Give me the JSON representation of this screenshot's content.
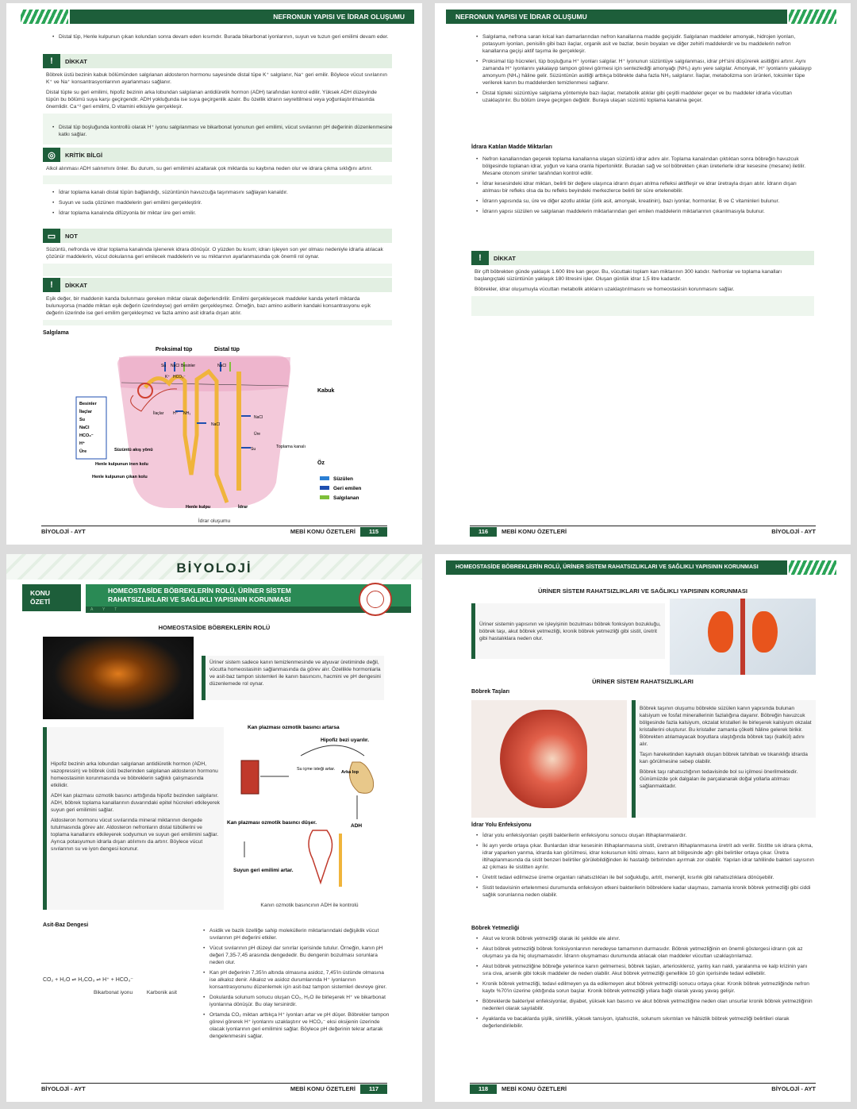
{
  "p115": {
    "header": "NEFRONUN YAPISI VE İDRAR OLUŞUMU",
    "b1": "Distal tüp, Henle kulpunun çıkan kolundan sonra devam eden kısımdır. Burada bikarbonat iyonlarının, suyun ve tuzun geri emilimi devam eder.",
    "d1_title": "DİKKAT",
    "d1_p1": "Böbrek üstü bezinin kabuk bölümünden salgılanan aldosteron hormonu sayesinde distal tüpe K⁺ salgılanır, Na⁺ geri emilir. Böylece vücut sıvılarının K⁺ ve Na⁺ konsantrasyonlarının ayarlanması sağlanır.",
    "d1_p2": "Distal tüpte su geri emilimi, hipofiz bezinin arka lobundan salgılanan antidiüretik hormon (ADH) tarafından kontrol edilir. Yüksek ADH düzeyinde tüpün bu bölümü suya karşı geçirgendir. ADH yokluğunda ise suya geçirgenlik azalır. Bu özellik idrarın seyreltilmesi veya yoğunlaştırılmasında önemlidir. Ca⁺² geri emilimi, D vitamini etkisiyle gerçekleşir.",
    "b2": "Distal tüp boşluğunda kontrollü olarak H⁺ iyonu salgılanması ve bikarbonat iyonunun geri emilimi, vücut sıvılarının pH değerinin düzenlenmesine katkı sağlar.",
    "k_title": "KRİTİK BİLGİ",
    "k_p": "Alkol alınması ADH salınımını önler. Bu durum, su geri emilimini azaltarak çok miktarda su kaybına neden olur ve idrara çıkma sıklığını artırır.",
    "b3": "İdrar toplama kanalı distal tüpün bağlandığı, süzüntünün havuzcuğa taşınmasını sağlayan kanaldır.",
    "b4": "Suyun ve suda çözünen maddelerin geri emilimi gerçekleştirir.",
    "b5": "İdrar toplama kanalında difüzyonla bir miktar üre geri emilir.",
    "n_title": "NOT",
    "n_p": "Süzüntü, nefronda ve idrar toplama kanalında işlenerek idrara dönüşür. O yüzden bu kısım; idrarı işleyen son yer olması nedeniyle idrarla atılacak çözünür maddelerin, vücut dokularına geri emilecek maddelerin ve su miktarının ayarlanmasında çok önemli rol oynar.",
    "d2_title": "DİKKAT",
    "d2_p": "Eşik değer, bir maddenin kanda bulunması gereken miktar olarak değerlendirilir. Emilimi gerçekleşecek maddeler kanda yeterli miktarda bulunuyorsa (madde miktarı eşik değerin üzerindeyse) geri emilim gerçekleşmez. Örneğin, bazı amino asitlerin kandaki konsantrasyonu eşik değerin üzerinde ise geri emilim gerçekleşmez ve fazla amino asit idrarla dışarı atılır.",
    "fig_section": "Salgılama",
    "fig": {
      "proximal": "Proksimal tüp",
      "distal": "Distal tüp",
      "su": "Su",
      "nacl": "NaCl",
      "besinler": "Besinler",
      "k": "K⁺",
      "hco3": "HCO₃⁻",
      "ilaclar": "İlaçlar",
      "h": "H⁺",
      "nh3": "NH₃",
      "kabuk": "Kabuk",
      "oz": "Öz",
      "ure": "Üre",
      "toplama": "Toplama kanalı",
      "suzuntu": "Süzüntü akış yönü",
      "henle_inen": "Henle kulpunun inen kolu",
      "henle_cikan": "Henle kulpunun çıkan kolu",
      "henle": "Henle kulpu",
      "idrar": "İdrar",
      "leg1": "Süzülen",
      "leg2": "Geri emilen",
      "leg3": "Salgılanan",
      "box": [
        "Besinler",
        "İlaçlar",
        "Su",
        "NaCl",
        "HCO₃⁻",
        "H⁺",
        "Üre"
      ]
    },
    "caption": "İdrar oluşumu",
    "foot_l": "BİYOLOJİ - AYT",
    "foot_r": "MEBİ KONU ÖZETLERİ",
    "page": "115"
  },
  "p116": {
    "header": "NEFRONUN YAPISI VE İDRAR OLUŞUMU",
    "b1": "Salgılama, nefrona saran kılcal kan damarlarından nefron kanallarına madde geçişidir. Salgılanan maddeler amonyak, hidrojen iyonları, potasyum iyonları, penisilin gibi bazı ilaçlar, organik asit ve bazlar, besin boyaları ve diğer zehirli maddelerdir ve bu maddelerin nefron kanallarına geçişi aktif taşıma ile gerçekleşir.",
    "b2": "Proksimal tüp hücreleri, tüp boşluğuna H⁺ iyonları salgılar. H⁺ iyonunun süzüntüye salgılanması, idrar pH'sini düşürerek asitliğini artırır. Aynı zamanda H⁺ iyonlarını yakalayıp tampon görevi görmesi için sentezlediği amonyağı (NH₃) aynı yere salgılar. Amonyak, H⁺ iyonlarını yakalayıp amonyum (NH₄) hâline gelir. Süzüntünün asitliği arttıkça böbrekte daha fazla NH₃ salgılanır. İlaçlar, metabolizma son ürünleri, toksinler tüpe verilerek kanın bu maddelerden temizlenmesi sağlanır.",
    "b3": "Distal tüpteki süzüntüye salgılama yöntemiyle bazı ilaçlar, metabolik atıklar gibi çeşitli maddeler geçer ve bu maddeler idrarla vücuttan uzaklaştırılır. Bu bölüm üreye geçirgen değildir. Buraya ulaşan süzüntü toplama kanalına geçer.",
    "sec": "İdrara Katılan Madde Miktarları",
    "c1": "Nefron kanallarından geçerek toplama kanallarına ulaşan süzüntü idrar adını alır. Toplama kanalından çıktıktan sonra böbreğin havuzcuk bölgesinde toplanan idrar, yoğun ve kana oranla hipertoniktir. Buradan sağ ve sol böbrekten çıkan üreterlerle idrar kesesine (mesane) iletilir. Mesane otonom sinirler tarafından kontrol edilir.",
    "c2": "İdrar kesesindeki idrar miktarı, belirli bir değere ulaşınca idrarın dışarı atılma refleksi aktifleşir ve idrar üretrayla dışarı atılır. İdrarın dışarı atılması bir refleks olsa da bu refleks beyindeki merkezlerce belirli bir süre ertelenebilir.",
    "c3": "İdrarın yapısında su, üre ve diğer azotlu atıklar (ürik asit, amonyak, kreatinin), bazı iyonlar, hormonlar, B ve C vitaminleri bulunur.",
    "c4": "İdrarın yapısı süzülen ve salgılanan maddelerin miktarlarından geri emilen maddelerin miktarlarının çıkarılmasıyla bulunur.",
    "d_title": "DİKKAT",
    "d_p1": "Bir çift böbrekten günde yaklaşık 1.600 litre kan geçer. Bu, vücuttaki toplam kan miktarının 300 katıdır. Nefronlar ve toplama kanalları başlangıçtaki süzüntünün yaklaşık 180 litresini işler. Oluşan günlük idrar 1,5 litre kadardır.",
    "d_p2": "Böbrekler, idrar oluşumuyla vücuttan metabolik atıkların uzaklaştırılmasını ve homeostasisin korunmasını sağlar.",
    "page": "116",
    "foot_l": "MEBİ KONU ÖZETLERİ",
    "foot_r": "BİYOLOJİ - AYT"
  },
  "p117": {
    "banner": "BİYOLOJİ",
    "tag1": "KONU",
    "tag2": "ÖZETİ",
    "title1": "HOMEOSTASİDE BÖBREKLERİN ROLÜ, ÜRİNER SİSTEM",
    "title2": "RAHATSIZLIKLARI VE SAĞLIKLI YAPISININ KORUNMASI",
    "strip": "AYT",
    "section": "HOMEOSTASİDE BÖBREKLERİN ROLÜ",
    "intro": "Üriner sistem sadece kanın temizlenmesinde ve atyuvar üretiminde değil, vücutta homeostasinin sağlanmasında da görev alır. Özellikle hormonlarla ve asit-baz tampon sistemleri ile kanın basıncını, hacmini ve pH dengesini düzenlemede rol oynar.",
    "p1": "Hipofiz bezinin arka lobundan salgılanan antidiüretik hormon (ADH, vazopressin) ve böbrek üstü bezlerinden salgılanan aldosteron hormonu homeostasinin korunmasında ve böbreklerin sağlıklı çalışmasında etkilidir.",
    "p2": "ADH kan plazması ozmotik basıncı arttığında hipofiz bezinden salgılanır. ADH, böbrek toplama kanallarının duvarındaki epitel hücreleri etkileyerek suyun geri emilimini sağlar.",
    "p3": "Aldosteron hormonu vücut sıvılarında mineral miktarının dengede tutulmasında görev alır. Aldosteron nefronların distal tübüllerini ve toplama kanallarını etkileyerek sodyumun ve suyun geri emilimini sağlar. Ayrıca potasyumun idrarla dışarı atılımını da artırır. Böylece vücut sıvılarının su ve iyon dengesi korunur.",
    "fig": {
      "t1": "Kan plazması ozmotik basıncı artarsa",
      "t2": "Hipofiz bezi uyarılır.",
      "t3": "Su içme isteği artar.",
      "t4": "Arka lop",
      "t5": "ADH",
      "t6": "Kan plazması ozmotik basıncı düşer.",
      "t7": "Suyun geri emilimi artar."
    },
    "caption": "Kanın ozmotik basıncının ADH ile kontrolü",
    "ab_title": "Asit-Baz Dengesi",
    "eq": {
      "co2": "CO₂ + H₂O",
      "h2co3": "H₂CO₃",
      "ions": "H⁺ + HCO₃⁻",
      "lbl1": "Bikarbonat iyonu",
      "lbl2": "Karbonik asit"
    },
    "ab1": "Asidik ve bazik özelliğe sahip moleküllerin miktarlarındaki değişiklik vücut sıvılarının pH değerini etkiler.",
    "ab2": "Vücut sıvılarının pH düzeyi dar sınırlar içerisinde tutulur. Örneğin, kanın pH değeri 7,35-7,45 arasında dengededir. Bu dengenin bozulması sorunlara neden olur.",
    "ab3": "Kan pH değerinin 7,35'in altında olmasına asidoz, 7,45'in üstünde olmasına ise alkaloz denir. Alkaloz ve asidoz durumlarında H⁺ iyonlarının konsantrasyonunu düzenlemek için asit-baz tampon sistemleri devreye girer.",
    "ab4": "Dokularda solunum sonucu oluşan CO₂, H₂O ile birleşerek H⁺ ve bikarbonat iyonlarına dönüşür. Bu olay tersinirdir.",
    "ab5": "Ortamda CO₂ miktarı arttıkça H⁺ iyonları artar ve pH düşer. Böbrekler tampon görevi görerek H⁺ iyonlarını uzaklaştırır ve HCO₃⁻ eksi oksijenin üzerinde olacak iyonlarının geri emilimini sağlar. Böylece pH değerinin tekrar artarak dengelenmesini sağlar.",
    "foot_l": "BİYOLOJİ - AYT",
    "foot_r": "MEBİ KONU ÖZETLERİ",
    "page": "117"
  },
  "p118": {
    "header": "HOMEOSTASİDE BÖBREKLERİN ROLÜ, ÜRİNER SİSTEM RAHATSIZLIKLARI VE SAĞLIKLI YAPISININ KORUNMASI",
    "title": "ÜRİNER SİSTEM RAHATSIZLIKLARI VE SAĞLIKLI YAPISININ KORUNMASI",
    "intro": "Üriner sistemin yapısının ve işleyişinin bozulması böbrek fonksiyon bozukluğu, böbrek taşı, akut böbrek yetmezliği, kronik böbrek yetmezliği gibi sistit, üretrit gibi hastalıklara neden olur.",
    "sub": "ÜRİNER SİSTEM RAHATSIZLIKLARI",
    "bt_title": "Böbrek Taşları",
    "bt_p1": "Böbrek taşının oluşumu böbrekte süzülen kanın yapısında bulunan kalsiyum ve fosfat minerallerinin fazlalığına dayanır. Böbreğin havuzcuk bölgesinde fazla kalsiyum, okzalat kristalleri ile birleşerek kalsiyum okzalat kristallerini oluşturur. Bu kristaller zamanla çökelti hâline gelerek birikir. Böbrekten atılamayacak boyutlara ulaştığında böbrek taşı (kalkül) adını alır.",
    "bt_p2": "Taşın hareketinden kaynaklı oluşan böbrek tahribatı ve tıkanıklığı idrarda kan görülmesine sebep olabilir.",
    "bt_p3": "Böbrek taşı rahatsızlığının tedavisinde bol su içilmesi önerilmektedir. Günümüzde şok dalgaları ile parçalanarak doğal yollarla atılması sağlanmaktadır.",
    "iy_title": "İdrar Yolu Enfeksiyonu",
    "iy1": "İdrar yolu enfeksiyonları çeşitli bakterilerin enfeksiyonu sonucu oluşan iltihaplanmalardır.",
    "iy2": "İki ayrı yerde ortaya çıkar. Bunlardan idrar kesesinin iltihaplanmasına sistit, üretranın iltihaplanmasına üretrit adı verilir. Sistitte sık idrara çıkma, idrar yaparken yanma, idrarda kan görülmesi, idrar kokusunun kötü olması, karın alt bölgesinde ağrı gibi belirtiler ortaya çıkar. Üretra iltihaplanmasında da sistit benzeri belirtiler görülebildiğinden iki hastalığı birbirinden ayırmak zor olabilir. Yapılan idrar tahlilinde bakteri sayısının az çıkması ile sistitten ayrılır.",
    "iy3": "Üretrit tedavi edilmezse üreme organları rahatsızlıkları ile bel soğukluğu, artrit, menenjit, kısırlık gibi rahatsızlıklara dönüşebilir.",
    "iy4": "Sistit tedavisinin ertelenmesi durumunda enfeksiyon etkeni bakterilerin böbreklere kadar ulaşması, zamanla kronik böbrek yetmezliği gibi ciddi sağlık sorunlarına neden olabilir.",
    "by_title": "Böbrek Yetmezliği",
    "by1": "Akut ve kronik böbrek yetmezliği olarak iki şekilde ele alınır.",
    "by2": "Akut böbrek yetmezliği böbrek fonksiyonlarının neredeyse tamamının durmasıdır. Böbrek yetmezliğinin en önemli göstergesi idrarın çok az oluşması ya da hiç oluşmamasıdır. İdrarın oluşmaması durumunda atılacak olan maddeler vücuttan uzaklaştırılamaz.",
    "by3": "Akut böbrek yetmezliğine böbreğe yeterince kanın gelmemesi, böbrek taşları, arterioskleroz, yanlış kan nakli, yaralanma ve kalp krizinin yanı sıra civa, arsenik gibi toksik maddeler de neden olabilir. Akut böbrek yetmezliği genellikle 10 gün içerisinde tedavi edilebilir.",
    "by4": "Kronik böbrek yetmezliği, tedavi edilmeyen ya da edilemeyen akut böbrek yetmezliği sonucu ortaya çıkar. Kronik böbrek yetmezliğinde nefron kaybı %70'in üzerine çıktığında sorun başlar. Kronik böbrek yetmezliği yıllara bağlı olarak yavaş yavaş gelişir.",
    "by5": "Böbreklerde bakteriyel enfeksiyonlar, diyabet, yüksek kan basıncı ve akut böbrek yetmezliğine neden olan unsurlar kronik böbrek yetmezliğinin nedenleri olarak sayılabilir.",
    "by6": "Ayaklarda ve bacaklarda şişlik, sinirlilik, yüksek tansiyon, iştahsızlık, solunum sıkıntıları ve hâlsizlik böbrek yetmezliği belirtileri olarak değerlendirilebilir.",
    "page": "118",
    "foot_l": "MEBİ KONU ÖZETLERİ",
    "foot_r": "BİYOLOJİ - AYT"
  },
  "colors": {
    "green": "#1d5e3a",
    "light": "#2aa457",
    "filtered": "#2a7fd4",
    "reabsorbed": "#1f4fb0",
    "secreted": "#7fbf3a",
    "medulla": "#f3c9da",
    "cortex": "#e9a4c2"
  }
}
